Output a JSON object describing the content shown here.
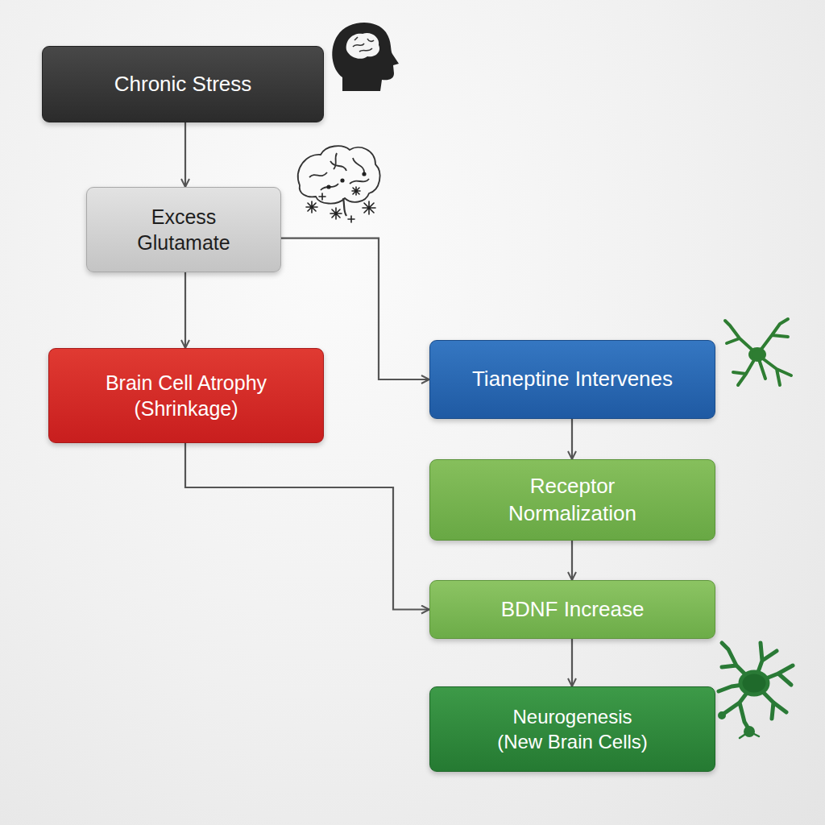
{
  "diagram": {
    "nodes": [
      {
        "text": [
          "Chronic Stress"
        ]
      },
      {
        "text": [
          "Excess Glutamate"
        ]
      },
      {
        "text": [
          "Brain Cell Atrophy (Shrinkage)"
        ]
      },
      {
        "text": [
          "Tianeptine Intervenes"
        ]
      },
      {
        "text": [
          "Receptor Normalization"
        ]
      },
      {
        "text": [
          "BDNF Increase"
        ]
      },
      {
        "text": [
          "Neurogenesis (New Brain Cells)"
        ]
      }
    ],
    "edges": [
      {
        "from": 0,
        "to": 1,
        "arrow": "to"
      },
      {
        "from": 1,
        "to": 2,
        "arrow": "to"
      },
      {
        "from": 1,
        "to": 3,
        "arrow": "to"
      },
      {
        "from": 2,
        "to": 5,
        "arrow": "to"
      },
      {
        "from": 3,
        "to": 4,
        "arrow": "to"
      },
      {
        "from": 4,
        "to": 5,
        "arrow": "to"
      },
      {
        "from": 5,
        "to": 6,
        "arrow": "to"
      }
    ]
  }
}
